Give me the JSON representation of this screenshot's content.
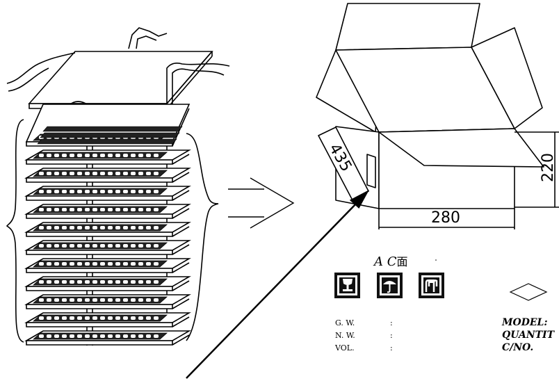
{
  "dimensions": {
    "length": "435",
    "width": "280",
    "height": "220"
  },
  "face_label": {
    "letters": "A  C",
    "suffix": "面"
  },
  "marks": {
    "gw": "G. W.",
    "nw": "N. W.",
    "vol": "VOL.",
    "colon": ":"
  },
  "model_block": {
    "model": "MODEL:",
    "quantity": "QUANTIT",
    "carton_no": "C/NO."
  },
  "icons": [
    "fragile-glass-icon",
    "keep-dry-umbrella-icon",
    "handle-with-care-icon",
    "diamond-symbol-icon"
  ]
}
